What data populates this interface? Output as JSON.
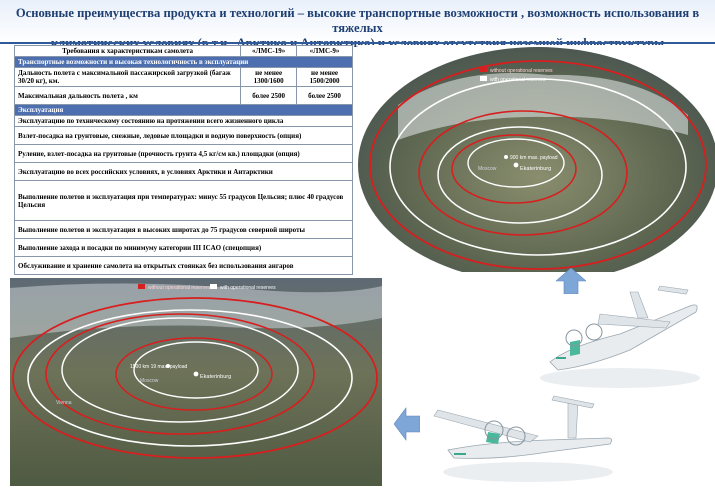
{
  "header": {
    "title_line1": "Основные преимущества продукта и технологий – высокие транспортные возможности , возможность использования в тяжелых",
    "title_line2": "климатических условиях (в т.ч., Арктика и Антарктика) и условиях отсутствия наземной инфраструктуры"
  },
  "table": {
    "col_requirement": "Требования к характеристикам самолета",
    "col_lms19": "«ЛМС-19»",
    "col_lms9": "«ЛМС-9»",
    "section_transport": "Транспортные возможности и высокая технологичность в эксплуатации",
    "row_range_label": "Дальность полета с максимальной пассажирской загрузкой (багаж 30/20 кг), км.",
    "row_range_lms19": "не менее 1300/1600",
    "row_range_lms9": "не менее 1500/2000",
    "row_maxrange_label": "Максимальная дальность полета , км",
    "row_maxrange_lms19": "более 2500",
    "row_maxrange_lms9": "более 2500",
    "section_operation": "Эксплуатация",
    "op_1": "Эксплуатацию по техническому состоянию на протяжении всего жизненного цикла",
    "op_2": "Взлет-посадка на грунтовые, снежные, ледовые площадки и водную поверхность (опция)",
    "op_3": "Руление, взлет-посадка на грунтовые (прочность грунта 4,5 кг/см кв.) площадки (опция)",
    "op_4": "Эксплуатацию во всех российских условиях, в условиях Арктики и Антарктики",
    "op_5": "Выполнение полетов и эксплуатация при температурах: минус 55 градусов Цельсия; плюс 40 градусов Цельсия",
    "op_6": "Выполнение полетов и эксплуатация в высоких широтах до 75 градусов северной широты",
    "op_7": "Выполнение захода и посадки по минимуму категории III ICAO (спецопция)",
    "op_8": "Обслуживание и хранение самолета на открытых стоянках без использования ангаров"
  },
  "map_top": {
    "legend_red": "without operational reserves",
    "legend_white": "with operational reserves",
    "label_inner": "900 km max. payload",
    "label_city": "Ekaterinburg",
    "label_moscow": "Moscow"
  },
  "map_bottom": {
    "legend_red": "without operational reserves",
    "legend_white": "with operational reserves",
    "label_inner": "1500 km 19 max. payload",
    "label_city": "Ekaterinburg",
    "label_moscow": "Moscow",
    "label_city2": "Vienna"
  },
  "colors": {
    "title": "#1f3f73",
    "section_band": "#4d6fb0",
    "range_red": "#d81e1e",
    "range_white": "#ffffff",
    "arrow": "#7ea7d8"
  },
  "icons": {
    "up": "arrow-up-icon",
    "left": "arrow-left-icon",
    "aircraft": "turboprop-aircraft-icon"
  }
}
